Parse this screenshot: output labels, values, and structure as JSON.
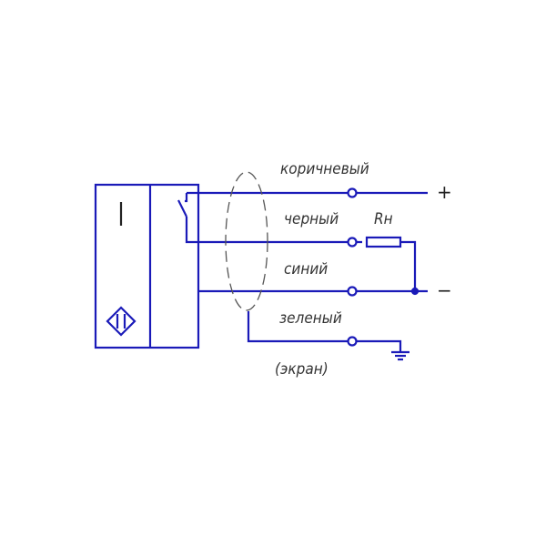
{
  "labels": {
    "brown": "коричневый",
    "black": "черный",
    "blue": "синий",
    "green": "зеленый",
    "shield": "(экран)",
    "load": "Rн",
    "plus": "+",
    "minus": "−"
  },
  "colors": {
    "wire": "#1a1ab8",
    "text": "#333333",
    "cable": "#555555"
  }
}
